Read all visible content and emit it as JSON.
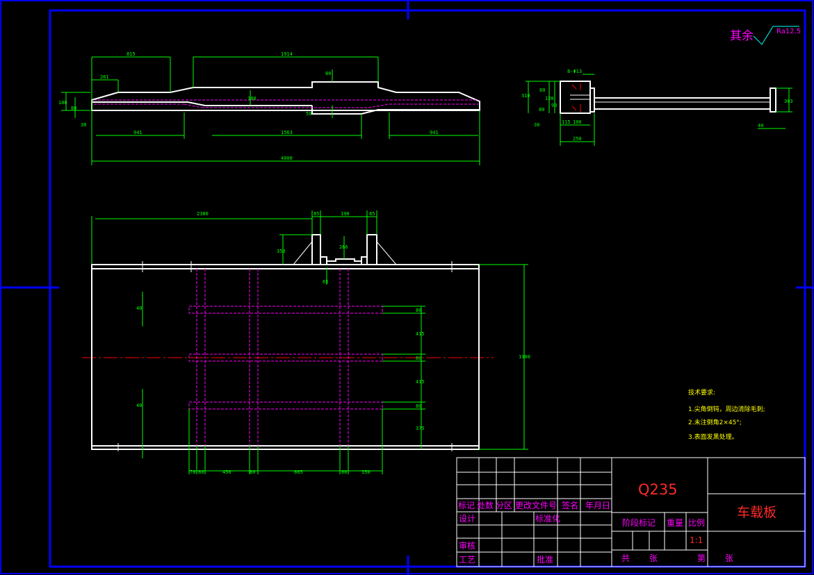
{
  "roughness": {
    "prefix": "其余",
    "value": "Ra12.5"
  },
  "top_view": {
    "dims": [
      "815",
      "1914",
      "261",
      "80",
      "180",
      "80",
      "180",
      "30",
      "50",
      "941",
      "1563",
      "941",
      "4000"
    ]
  },
  "side_view": {
    "dims": [
      "8-Φ13",
      "310",
      "80",
      "120",
      "90",
      "80",
      "30",
      "115",
      "100",
      "250",
      "303",
      "40"
    ]
  },
  "plan_view": {
    "dims": [
      "2380",
      "85",
      "190",
      "85",
      "350",
      "266",
      "65",
      "40",
      "40",
      "80",
      "415",
      "80",
      "415",
      "80",
      "375",
      "1900",
      "78",
      "80",
      "450",
      "80",
      "865",
      "80",
      "350"
    ]
  },
  "tech_notes": {
    "title": "技术要求:",
    "items": [
      "1.尖角倒钝，周边清除毛刺;",
      "2.未注倒角2×45°;",
      "3.表面发黑处理。"
    ]
  },
  "title_block": {
    "material": "Q235",
    "part_name": "车载板",
    "scale": "1:1",
    "headers": [
      "标记",
      "处数",
      "分区",
      "更改文件号",
      "签名",
      "年月日"
    ],
    "design": "设计",
    "standardization": "标准化",
    "review": "审核",
    "process": "工艺",
    "approve": "批准",
    "stage_mark": "阶段标记",
    "weight": "重量",
    "scale_label": "比例",
    "total": "共",
    "sheets": "张",
    "sheet_no": "第",
    "sheet_unit": "张"
  }
}
